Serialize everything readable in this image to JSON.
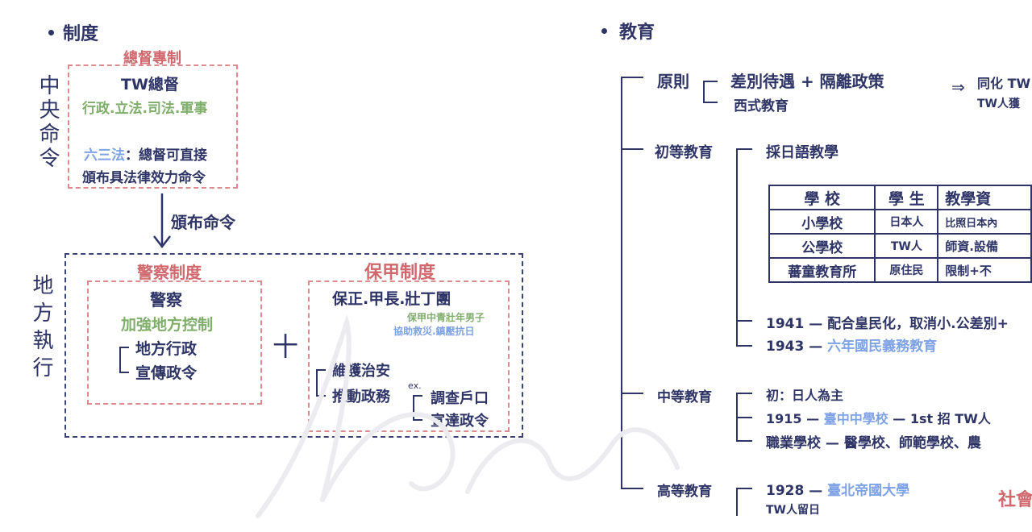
{
  "left": {
    "heading": "制度",
    "central": {
      "label": "中央命令",
      "box_title": "總督專制",
      "gov": "TW總督",
      "powers": "行政.立法.司法.軍事",
      "law63_name": "六三法",
      "law63_desc1": "：總督可直接",
      "law63_desc2": "頒布具法律效力命令"
    },
    "arrow_label": "頒布命令",
    "local": {
      "label": "地方執行",
      "police": {
        "title": "警察制度",
        "name": "警察",
        "role": "加強地方控制",
        "items": [
          "地方行政",
          "宣傳政令"
        ]
      },
      "plus": "十",
      "baojia": {
        "title": "保甲制度",
        "members": "保正.甲長.壯丁團",
        "note1": "保甲中青壯年男子",
        "note2": "協助救災.鎮壓抗日",
        "items": [
          "維護治安",
          "推動政務"
        ],
        "ex": "ex.",
        "ex_items": [
          "調查戶口",
          "宣達政令"
        ]
      }
    }
  },
  "right": {
    "heading": "教育",
    "principle": {
      "label": "原則",
      "items": [
        "差別待遇 + 隔離政策",
        "西式教育"
      ],
      "arrow": "⇒",
      "result1": "同化 TW",
      "result2": "TW人獲"
    },
    "primary": {
      "label": "初等教育",
      "item": "採日語教學",
      "table": {
        "headers": [
          "學 校",
          "學 生",
          "教學資"
        ],
        "rows": [
          [
            "小學校",
            "日本人",
            "比照日本內"
          ],
          [
            "公學校",
            "TW人",
            "師資.設備"
          ],
          [
            "蕃童教育所",
            "原住民",
            "限制+不"
          ]
        ]
      },
      "y1941": "1941 — 配合皇民化，取消小.公差別+",
      "y1943_year": "1943 —",
      "y1943_text": "六年國民義務教育"
    },
    "secondary": {
      "label": "中等教育",
      "items": [
        "初：日人為主"
      ],
      "y1915_year": "1915 —",
      "y1915_school": "臺中中學校",
      "y1915_rest": "— 1st 招 TW人",
      "vocational": "職業學校 — 醫學校、師範學校、農"
    },
    "higher": {
      "label": "高等教育",
      "y1928_year": "1928 —",
      "y1928_school": "臺北帝國大學",
      "study_abroad": "TW人留日"
    },
    "social_edge": "社會"
  }
}
